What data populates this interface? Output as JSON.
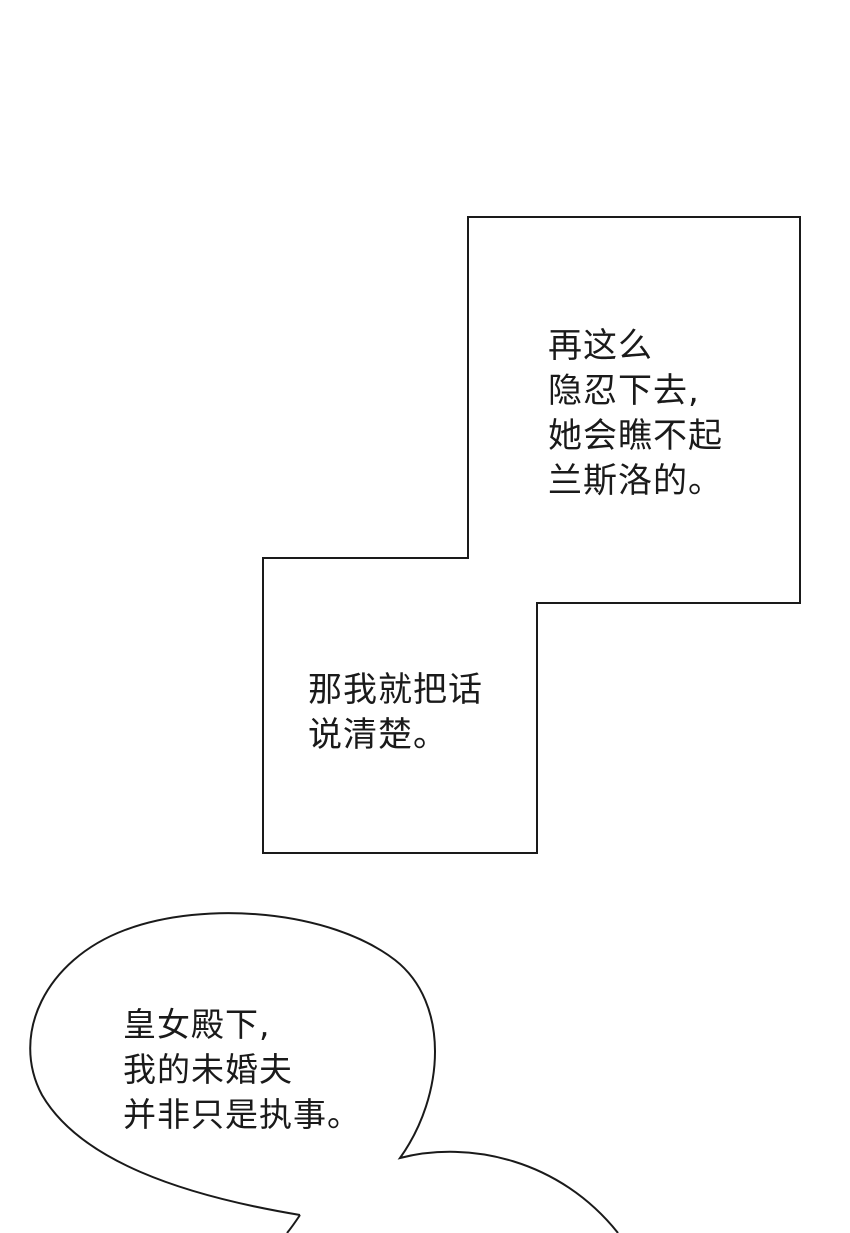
{
  "panels": {
    "caption_top": {
      "text": "再这么\n隐忍下去,\n她会瞧不起\n兰斯洛的。"
    },
    "caption_middle": {
      "text": "那我就把话\n说清楚。"
    },
    "speech_bubble": {
      "text": "皇女殿下,\n我的未婚夫\n并非只是执事。"
    }
  },
  "colors": {
    "background": "#ffffff",
    "outline": "#1a1a1a",
    "text": "#1a1a1a"
  }
}
